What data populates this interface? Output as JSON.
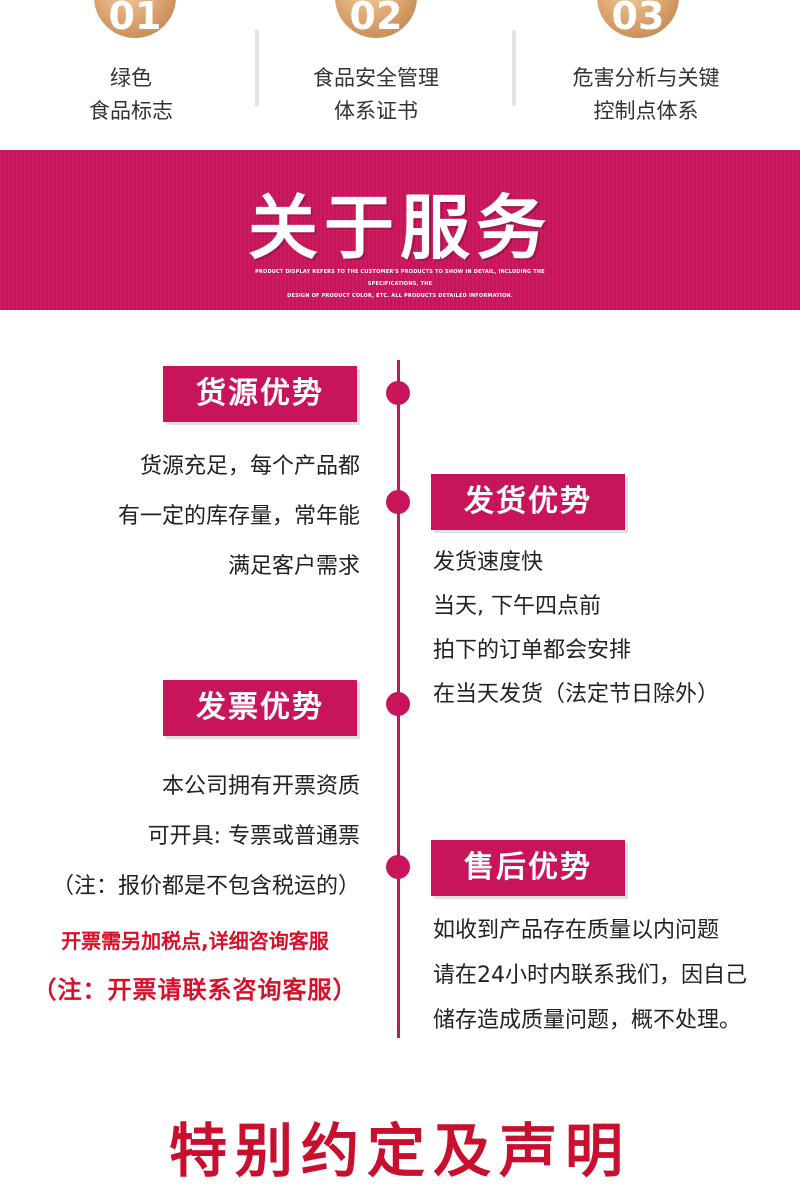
{
  "certs": [
    {
      "number": "01",
      "lines": [
        "绿色",
        "食品标志"
      ]
    },
    {
      "number": "02",
      "lines": [
        "食品安全管理",
        "体系证书"
      ]
    },
    {
      "number": "03",
      "lines": [
        "危害分析与关键",
        "控制点体系"
      ]
    }
  ],
  "banner": {
    "title": "关于服务",
    "subtitle_line1": "PRODUCT DISPLAY REFERS TO THE CUSTOMER'S PRODUCTS TO SHOW IN DETAIL, INCLUDING THE SPECIFICATIONS, THE",
    "subtitle_line2": "DESIGN OF PRODUCT COLOR, ETC. ALL PRODUCTS DETAILED INFORMATION."
  },
  "sections": {
    "supply": {
      "label": "货源优势",
      "lines": [
        "货源充足，每个产品都",
        "有一定的库存量，常年能",
        "满足客户需求"
      ]
    },
    "shipping": {
      "label": "发货优势",
      "lines": [
        "发货速度快",
        "当天, 下午四点前",
        "拍下的订单都会安排",
        "在当天发货（法定节日除外）"
      ]
    },
    "invoice": {
      "label": "发票优势",
      "lines": [
        "本公司拥有开票资质",
        "可开具: 专票或普通票",
        "（注：报价都是不包含税运的）"
      ],
      "note1": "开票需另加税点,详细咨询客服",
      "note2": "（注：开票请联系咨询客服）"
    },
    "aftersales": {
      "label": "售后优势",
      "lines": [
        "如收到产品存在质量以内问题",
        "请在24小时内联系我们，因自己",
        "储存造成质量问题，概不处理。"
      ]
    }
  },
  "footer": {
    "title": "特别约定及声明"
  },
  "colors": {
    "accent": "#c8145a",
    "note_red": "#d8102a",
    "gold": "#d9a06a"
  }
}
